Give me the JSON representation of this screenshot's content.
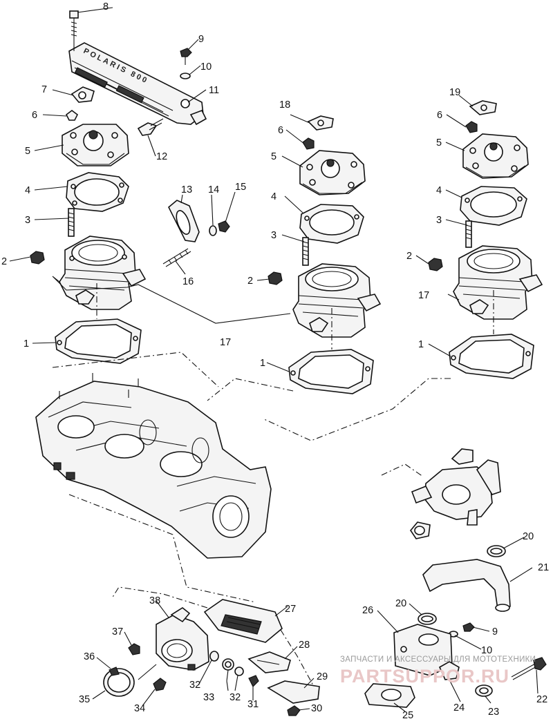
{
  "diagram": {
    "part_numbers": [
      "1",
      "2",
      "3",
      "4",
      "5",
      "6",
      "7",
      "8",
      "9",
      "10",
      "11",
      "12",
      "13",
      "14",
      "15",
      "16",
      "17",
      "18",
      "19",
      "20",
      "21",
      "22",
      "23",
      "24",
      "25",
      "26",
      "27",
      "28",
      "29",
      "30",
      "31",
      "32",
      "33",
      "34",
      "35",
      "36",
      "37",
      "38"
    ],
    "manifold_logo": "POLARIS 800",
    "watermark": {
      "line1": "ЗАПЧАСТИ И АКСЕССУАРЫ ДЛЯ МОТОТЕХНИКИ",
      "line2": "PARTSUPPOR.RU"
    }
  }
}
